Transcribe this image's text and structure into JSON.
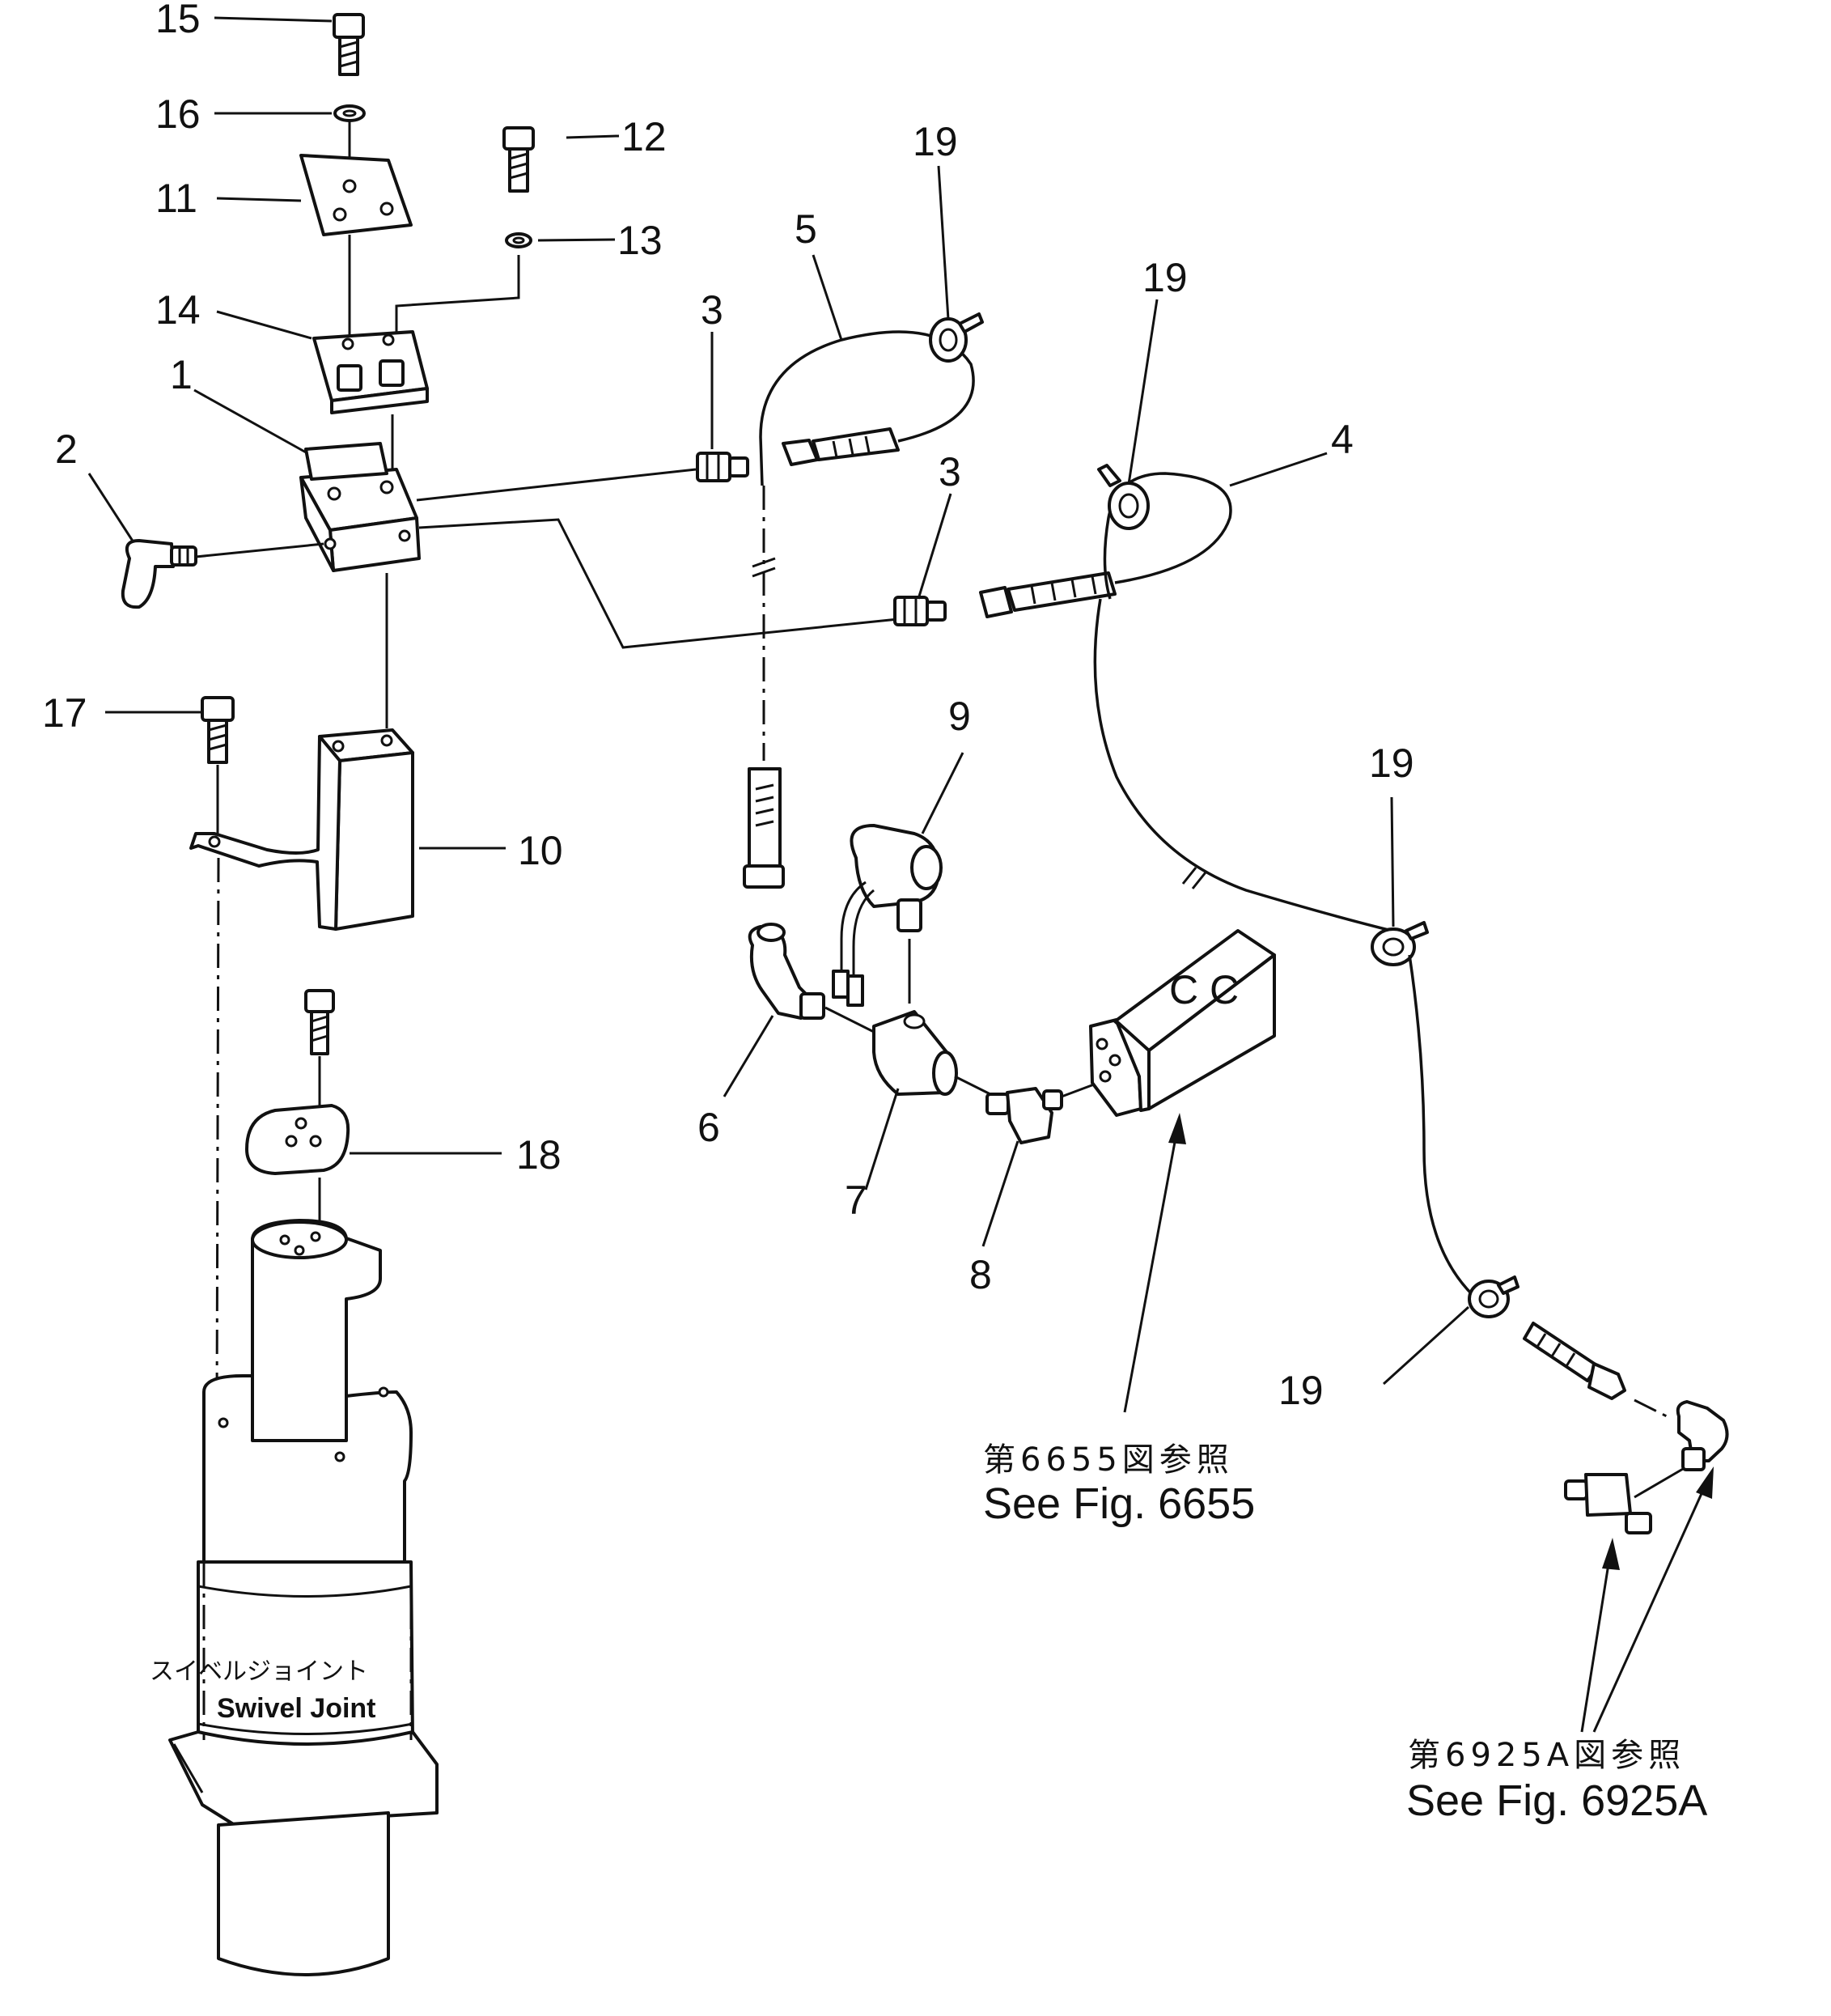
{
  "callouts": {
    "p1": "1",
    "p2": "2",
    "p3a": "3",
    "p3b": "3",
    "p4": "4",
    "p5": "5",
    "p6": "6",
    "p7": "7",
    "p8": "8",
    "p9": "9",
    "p10": "10",
    "p11": "11",
    "p12": "12",
    "p13": "13",
    "p14": "14",
    "p15": "15",
    "p16": "16",
    "p17": "17",
    "p18": "18",
    "p19a": "19",
    "p19b": "19",
    "p19c": "19",
    "p19d": "19"
  },
  "notes": {
    "fig6655_jp": "第6655図参照",
    "fig6655_en": "See Fig. 6655",
    "fig6925_jp": "第6925A図参照",
    "fig6925_en": "See Fig. 6925A"
  },
  "swivel": {
    "label_jp": "スイベルジョイント",
    "label_en": "Swivel Joint"
  },
  "valve_marking": "C C"
}
